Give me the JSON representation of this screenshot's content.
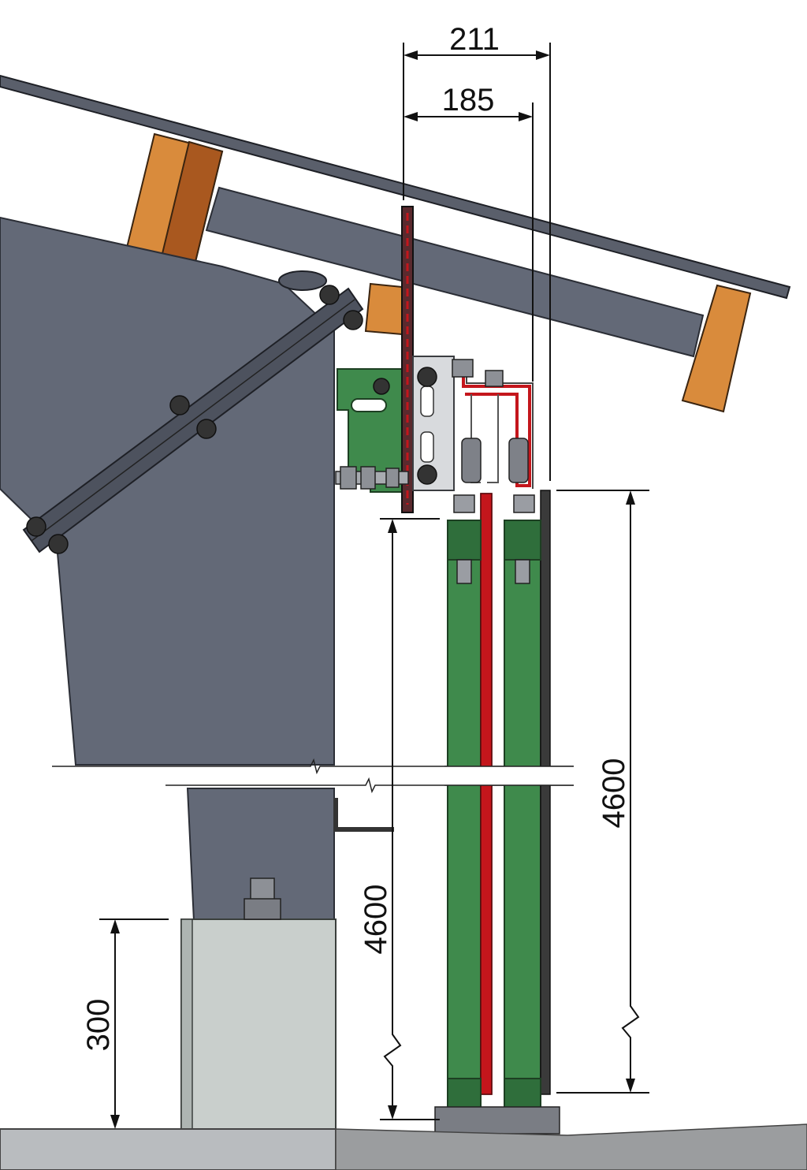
{
  "drawing": {
    "dimensions": {
      "top_outer": "211",
      "top_inner": "185",
      "door_height_right": "4600",
      "door_height_left": "4600",
      "plinth_height": "300"
    },
    "colors": {
      "steel_frame": "#636977",
      "timber": "#d98b3c",
      "door_panel": "#3f8a4c",
      "seal_strip": "#c4161c",
      "plinth": "#c9cfcc",
      "bracket": "#b6b9bd"
    }
  }
}
